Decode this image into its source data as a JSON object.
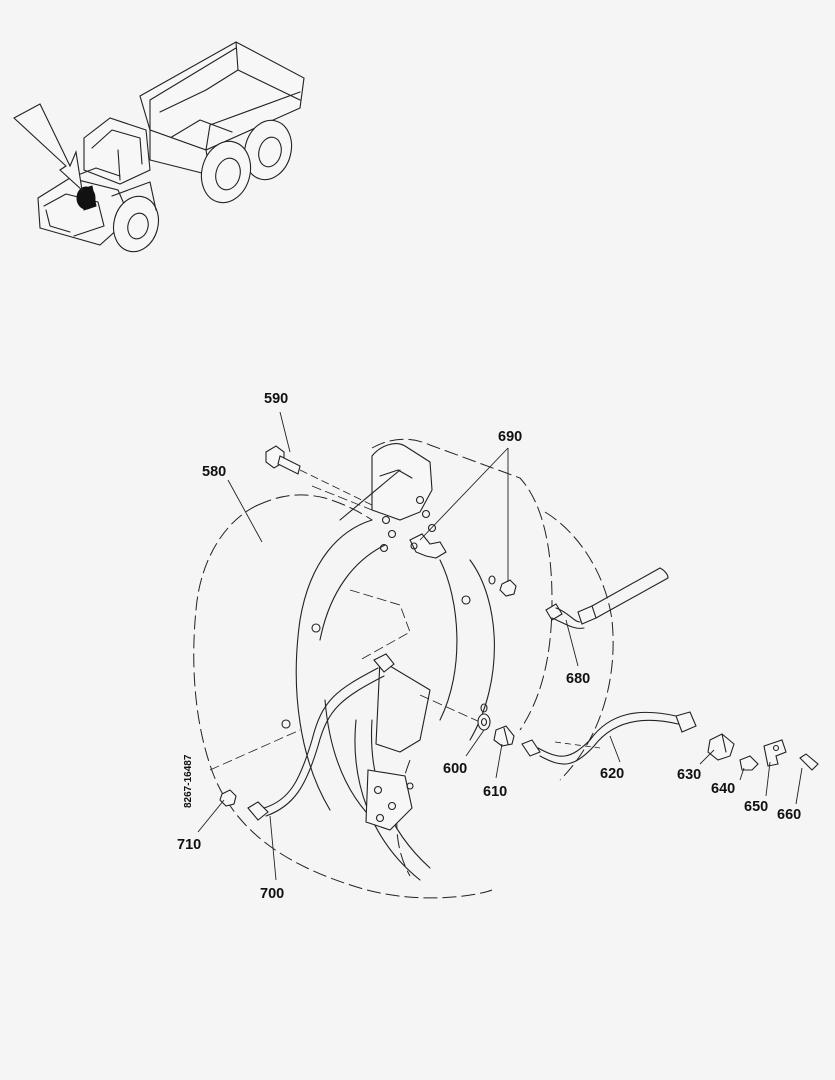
{
  "drawing_code": "8267-16487",
  "callouts": {
    "c580": "580",
    "c590": "590",
    "c600": "600",
    "c610": "610",
    "c620": "620",
    "c630": "630",
    "c640": "640",
    "c650": "650",
    "c660": "660",
    "c680": "680",
    "c690": "690",
    "c700": "700",
    "c710": "710"
  }
}
